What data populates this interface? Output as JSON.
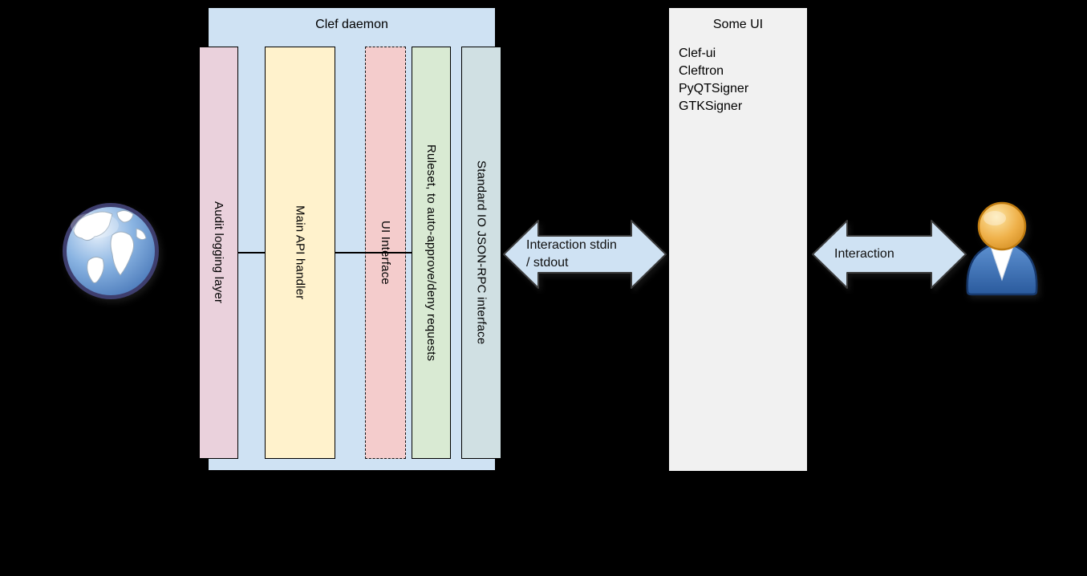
{
  "canvas": {
    "background": "#000000"
  },
  "clef_daemon": {
    "title": "Clef daemon",
    "fill": "#cfe2f3",
    "columns": [
      {
        "label": "Audit logging layer",
        "fill": "#ead1dc",
        "border": "solid"
      },
      {
        "label": "Main API handler",
        "fill": "#fff2cc",
        "border": "solid"
      },
      {
        "label": "UI Interface",
        "fill": "#f4cccc",
        "border": "dashed"
      },
      {
        "label": "Ruleset, to auto-approve/deny requests",
        "fill": "#d9ead3",
        "border": "solid"
      },
      {
        "label": "Standard IO JSON-RPC interface",
        "fill": "#d0e0e3",
        "border": "solid"
      }
    ]
  },
  "some_ui": {
    "title": "Some UI",
    "fill": "#f1f1f1",
    "items": [
      "Clef-ui",
      "Cleftron",
      "PyQTSigner",
      "GTKSigner"
    ]
  },
  "arrows": {
    "fill": "#cfe2f3",
    "stroke": "#3b3b3b",
    "stdin_stdout_line1": "Interaction stdin",
    "stdin_stdout_line2": "/ stdout",
    "interaction_label": "Interaction"
  },
  "icons": {
    "left": "globe-icon",
    "right": "user-icon"
  }
}
